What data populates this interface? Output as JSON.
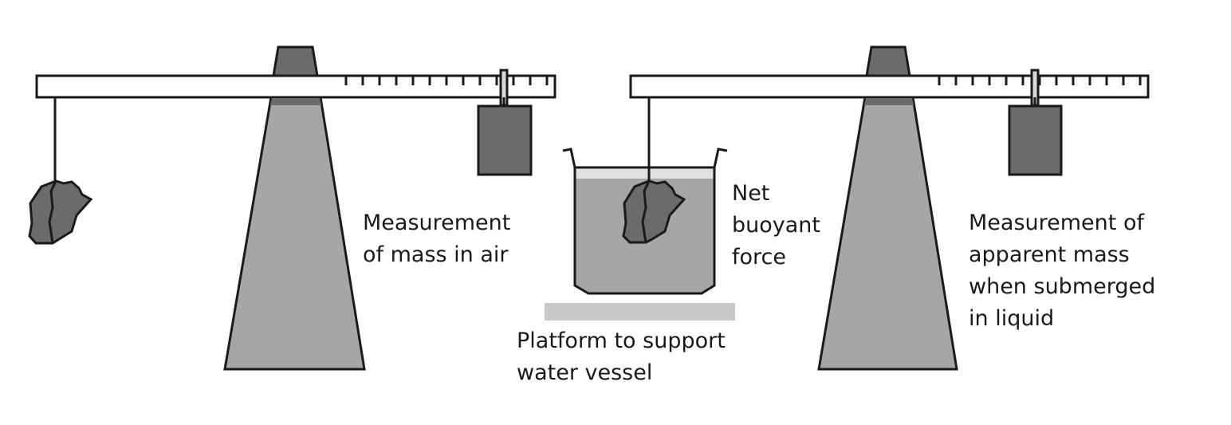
{
  "labels": {
    "mass_in_air": [
      "Measurement",
      "of mass in air"
    ],
    "net_buoyant_force": [
      "Net",
      "buoyant",
      "force"
    ],
    "apparent_mass": [
      "Measurement of",
      "apparent mass",
      "when submerged",
      "in liquid"
    ],
    "platform": [
      "Platform to support",
      "water vessel"
    ]
  },
  "colors": {
    "stroke": "#1a1a1a",
    "beam": "#ffffff",
    "stand_body": "#a6a6a6",
    "stand_cap": "#6b6b6b",
    "counterweight": "#6b6b6b",
    "rock": "#6b6b6b",
    "water": "#a6a6a6",
    "water_surface": "#e0e0e0",
    "platform": "#c8c8c8"
  }
}
